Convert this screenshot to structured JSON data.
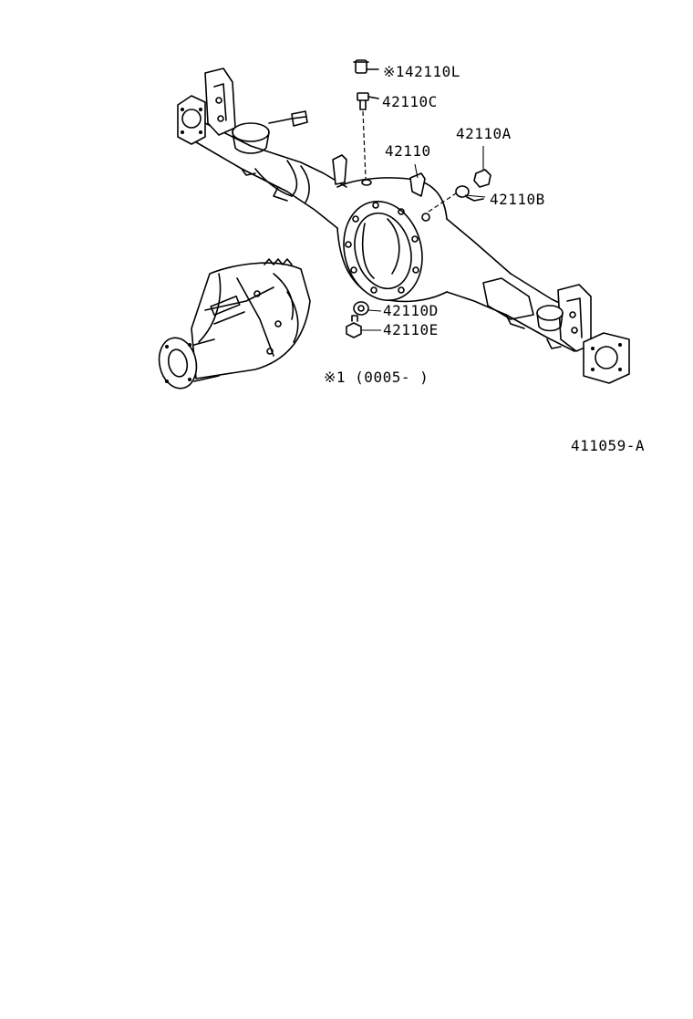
{
  "labels": {
    "part_42110L": "※142110L",
    "part_42110C": "42110C",
    "part_42110": "42110",
    "part_42110A": "42110A",
    "part_42110B": "42110B",
    "part_42110D": "42110D",
    "part_42110E": "42110E",
    "note": "※1 (0005-       )",
    "figure_id": "411059-A"
  }
}
